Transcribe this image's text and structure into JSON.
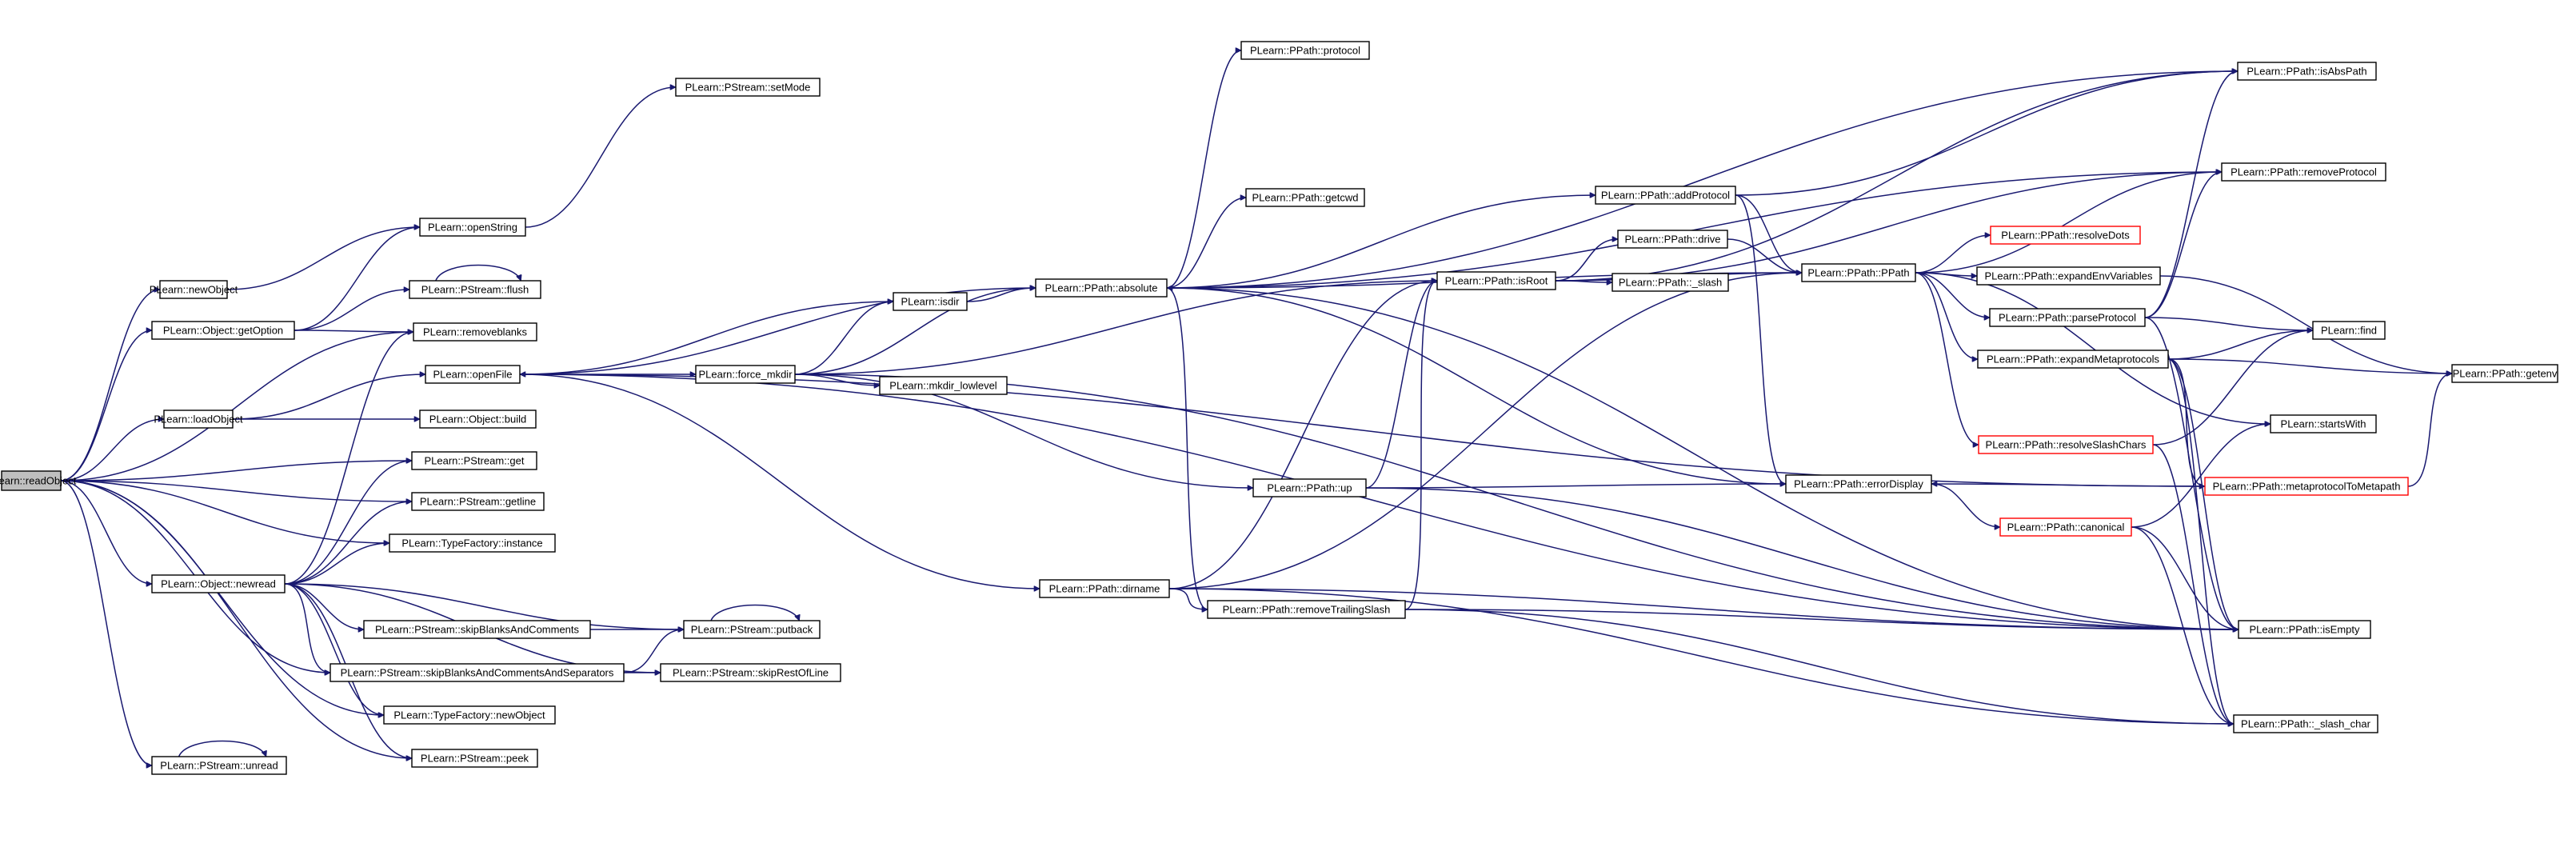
{
  "diagram": {
    "title": "",
    "edge_color": "#191970",
    "highlight_color": "#ff0000",
    "root_fill": "#bfbfbf",
    "nodes": [
      {
        "id": "readObject",
        "label": "PLearn::readObject",
        "root": true
      },
      {
        "id": "newObject",
        "label": "PLearn::newObject"
      },
      {
        "id": "getOption",
        "label": "PLearn::Object::getOption"
      },
      {
        "id": "loadObject",
        "label": "PLearn::loadObject"
      },
      {
        "id": "newread",
        "label": "PLearn::Object::newread"
      },
      {
        "id": "unread",
        "label": "PLearn::PStream::unread"
      },
      {
        "id": "setMode",
        "label": "PLearn::PStream::setMode"
      },
      {
        "id": "openString",
        "label": "PLearn::openString"
      },
      {
        "id": "flush",
        "label": "PLearn::PStream::flush"
      },
      {
        "id": "removeblanks",
        "label": "PLearn::removeblanks"
      },
      {
        "id": "openFile",
        "label": "PLearn::openFile"
      },
      {
        "id": "build",
        "label": "PLearn::Object::build"
      },
      {
        "id": "get",
        "label": "PLearn::PStream::get"
      },
      {
        "id": "getline",
        "label": "PLearn::PStream::getline"
      },
      {
        "id": "instance",
        "label": "PLearn::TypeFactory::instance"
      },
      {
        "id": "skipBAC",
        "label": "PLearn::PStream::skipBlanksAndComments"
      },
      {
        "id": "skipBACS",
        "label": "PLearn::PStream::skipBlanksAndCommentsAndSeparators"
      },
      {
        "id": "tfNewObject",
        "label": "PLearn::TypeFactory::newObject"
      },
      {
        "id": "peek",
        "label": "PLearn::PStream::peek"
      },
      {
        "id": "putback",
        "label": "PLearn::PStream::putback"
      },
      {
        "id": "skipRestOfLine",
        "label": "PLearn::PStream::skipRestOfLine"
      },
      {
        "id": "forceMkdir",
        "label": "PLearn::force_mkdir"
      },
      {
        "id": "isdir",
        "label": "PLearn::isdir"
      },
      {
        "id": "mkdirLowlevel",
        "label": "PLearn::mkdir_lowlevel"
      },
      {
        "id": "absolute",
        "label": "PLearn::PPath::absolute"
      },
      {
        "id": "protocol",
        "label": "PLearn::PPath::protocol"
      },
      {
        "id": "getcwd",
        "label": "PLearn::PPath::getcwd"
      },
      {
        "id": "up",
        "label": "PLearn::PPath::up"
      },
      {
        "id": "dirname",
        "label": "PLearn::PPath::dirname"
      },
      {
        "id": "removeTrailingSlash",
        "label": "PLearn::PPath::removeTrailingSlash"
      },
      {
        "id": "isRoot",
        "label": "PLearn::PPath::isRoot"
      },
      {
        "id": "addProtocol",
        "label": "PLearn::PPath::addProtocol"
      },
      {
        "id": "drive",
        "label": "PLearn::PPath::drive"
      },
      {
        "id": "slash",
        "label": "PLearn::PPath::_slash"
      },
      {
        "id": "ppathCtor",
        "label": "PLearn::PPath::PPath"
      },
      {
        "id": "errorDisplay",
        "label": "PLearn::PPath::errorDisplay"
      },
      {
        "id": "resolveDots",
        "label": "PLearn::PPath::resolveDots",
        "red": true
      },
      {
        "id": "expandEnvVariables",
        "label": "PLearn::PPath::expandEnvVariables"
      },
      {
        "id": "parseProtocol",
        "label": "PLearn::PPath::parseProtocol"
      },
      {
        "id": "expandMetaprotocols",
        "label": "PLearn::PPath::expandMetaprotocols"
      },
      {
        "id": "resolveSlashChars",
        "label": "PLearn::PPath::resolveSlashChars",
        "red": true
      },
      {
        "id": "canonical",
        "label": "PLearn::PPath::canonical",
        "red": true
      },
      {
        "id": "metaprotocolToMetapath",
        "label": "PLearn::PPath::metaprotocolToMetapath",
        "red": true
      },
      {
        "id": "isAbsPath",
        "label": "PLearn::PPath::isAbsPath"
      },
      {
        "id": "removeProtocol",
        "label": "PLearn::PPath::removeProtocol"
      },
      {
        "id": "find",
        "label": "PLearn::find"
      },
      {
        "id": "startsWith",
        "label": "PLearn::startsWith"
      },
      {
        "id": "isEmpty",
        "label": "PLearn::PPath::isEmpty"
      },
      {
        "id": "slashChar",
        "label": "PLearn::PPath::_slash_char"
      },
      {
        "id": "getenv",
        "label": "PLearn::PPath::getenv"
      }
    ],
    "edges": [
      [
        "readObject",
        "newObject"
      ],
      [
        "readObject",
        "getOption"
      ],
      [
        "readObject",
        "loadObject"
      ],
      [
        "readObject",
        "newread"
      ],
      [
        "readObject",
        "unread"
      ],
      [
        "readObject",
        "removeblanks"
      ],
      [
        "readObject",
        "get"
      ],
      [
        "readObject",
        "getline"
      ],
      [
        "readObject",
        "instance"
      ],
      [
        "readObject",
        "skipBACS"
      ],
      [
        "readObject",
        "tfNewObject"
      ],
      [
        "readObject",
        "peek"
      ],
      [
        "newObject",
        "openString"
      ],
      [
        "getOption",
        "openString"
      ],
      [
        "getOption",
        "flush"
      ],
      [
        "getOption",
        "removeblanks"
      ],
      [
        "openString",
        "setMode"
      ],
      [
        "flush",
        "flush"
      ],
      [
        "loadObject",
        "openFile"
      ],
      [
        "loadObject",
        "build"
      ],
      [
        "openFile",
        "absolute"
      ],
      [
        "openFile",
        "isdir"
      ],
      [
        "openFile",
        "forceMkdir"
      ],
      [
        "openFile",
        "dirname"
      ],
      [
        "openFile",
        "isEmpty"
      ],
      [
        "newread",
        "removeblanks"
      ],
      [
        "newread",
        "get"
      ],
      [
        "newread",
        "getline"
      ],
      [
        "newread",
        "instance"
      ],
      [
        "newread",
        "skipBAC"
      ],
      [
        "newread",
        "skipBACS"
      ],
      [
        "newread",
        "tfNewObject"
      ],
      [
        "newread",
        "peek"
      ],
      [
        "newread",
        "putback"
      ],
      [
        "newread",
        "skipRestOfLine"
      ],
      [
        "unread",
        "unread"
      ],
      [
        "skipBAC",
        "putback"
      ],
      [
        "skipBACS",
        "putback"
      ],
      [
        "skipBACS",
        "skipRestOfLine"
      ],
      [
        "putback",
        "putback"
      ],
      [
        "forceMkdir",
        "isdir"
      ],
      [
        "forceMkdir",
        "mkdirLowlevel"
      ],
      [
        "forceMkdir",
        "absolute"
      ],
      [
        "forceMkdir",
        "up"
      ],
      [
        "forceMkdir",
        "isRoot"
      ],
      [
        "forceMkdir",
        "isEmpty"
      ],
      [
        "isdir",
        "absolute"
      ],
      [
        "absolute",
        "protocol"
      ],
      [
        "absolute",
        "getcwd"
      ],
      [
        "absolute",
        "addProtocol"
      ],
      [
        "absolute",
        "ppathCtor"
      ],
      [
        "absolute",
        "removeTrailingSlash"
      ],
      [
        "absolute",
        "isAbsPath"
      ],
      [
        "absolute",
        "removeProtocol"
      ],
      [
        "absolute",
        "isEmpty"
      ],
      [
        "up",
        "isRoot"
      ],
      [
        "up",
        "errorDisplay"
      ],
      [
        "up",
        "isEmpty"
      ],
      [
        "dirname",
        "isRoot"
      ],
      [
        "dirname",
        "removeTrailingSlash"
      ],
      [
        "dirname",
        "ppathCtor"
      ],
      [
        "dirname",
        "isEmpty"
      ],
      [
        "dirname",
        "slashChar"
      ],
      [
        "removeTrailingSlash",
        "isRoot"
      ],
      [
        "removeTrailingSlash",
        "isEmpty"
      ],
      [
        "removeTrailingSlash",
        "slashChar"
      ],
      [
        "isRoot",
        "drive"
      ],
      [
        "isRoot",
        "slash"
      ],
      [
        "isRoot",
        "ppathCtor"
      ],
      [
        "isRoot",
        "isAbsPath"
      ],
      [
        "isRoot",
        "removeProtocol"
      ],
      [
        "drive",
        "ppathCtor"
      ],
      [
        "addProtocol",
        "ppathCtor"
      ],
      [
        "addProtocol",
        "isAbsPath"
      ],
      [
        "addProtocol",
        "errorDisplay"
      ],
      [
        "ppathCtor",
        "resolveDots"
      ],
      [
        "ppathCtor",
        "expandEnvVariables"
      ],
      [
        "ppathCtor",
        "parseProtocol"
      ],
      [
        "ppathCtor",
        "expandMetaprotocols"
      ],
      [
        "ppathCtor",
        "resolveSlashChars"
      ],
      [
        "ppathCtor",
        "startsWith"
      ],
      [
        "ppathCtor",
        "removeProtocol"
      ],
      [
        "errorDisplay",
        "absolute"
      ],
      [
        "errorDisplay",
        "canonical"
      ],
      [
        "expandEnvVariables",
        "getenv"
      ],
      [
        "parseProtocol",
        "find"
      ],
      [
        "parseProtocol",
        "isAbsPath"
      ],
      [
        "parseProtocol",
        "removeProtocol"
      ],
      [
        "parseProtocol",
        "isEmpty"
      ],
      [
        "expandMetaprotocols",
        "find"
      ],
      [
        "expandMetaprotocols",
        "getenv"
      ],
      [
        "expandMetaprotocols",
        "metaprotocolToMetapath"
      ],
      [
        "expandMetaprotocols",
        "isEmpty"
      ],
      [
        "expandMetaprotocols",
        "slashChar"
      ],
      [
        "resolveSlashChars",
        "find"
      ],
      [
        "resolveSlashChars",
        "slashChar"
      ],
      [
        "canonical",
        "startsWith"
      ],
      [
        "canonical",
        "isEmpty"
      ],
      [
        "canonical",
        "slashChar"
      ],
      [
        "metaprotocolToMetapath",
        "getenv"
      ],
      [
        "metaprotocolToMetapath",
        "errorDisplay"
      ],
      [
        "metaprotocolToMetapath",
        "openFile"
      ]
    ]
  }
}
